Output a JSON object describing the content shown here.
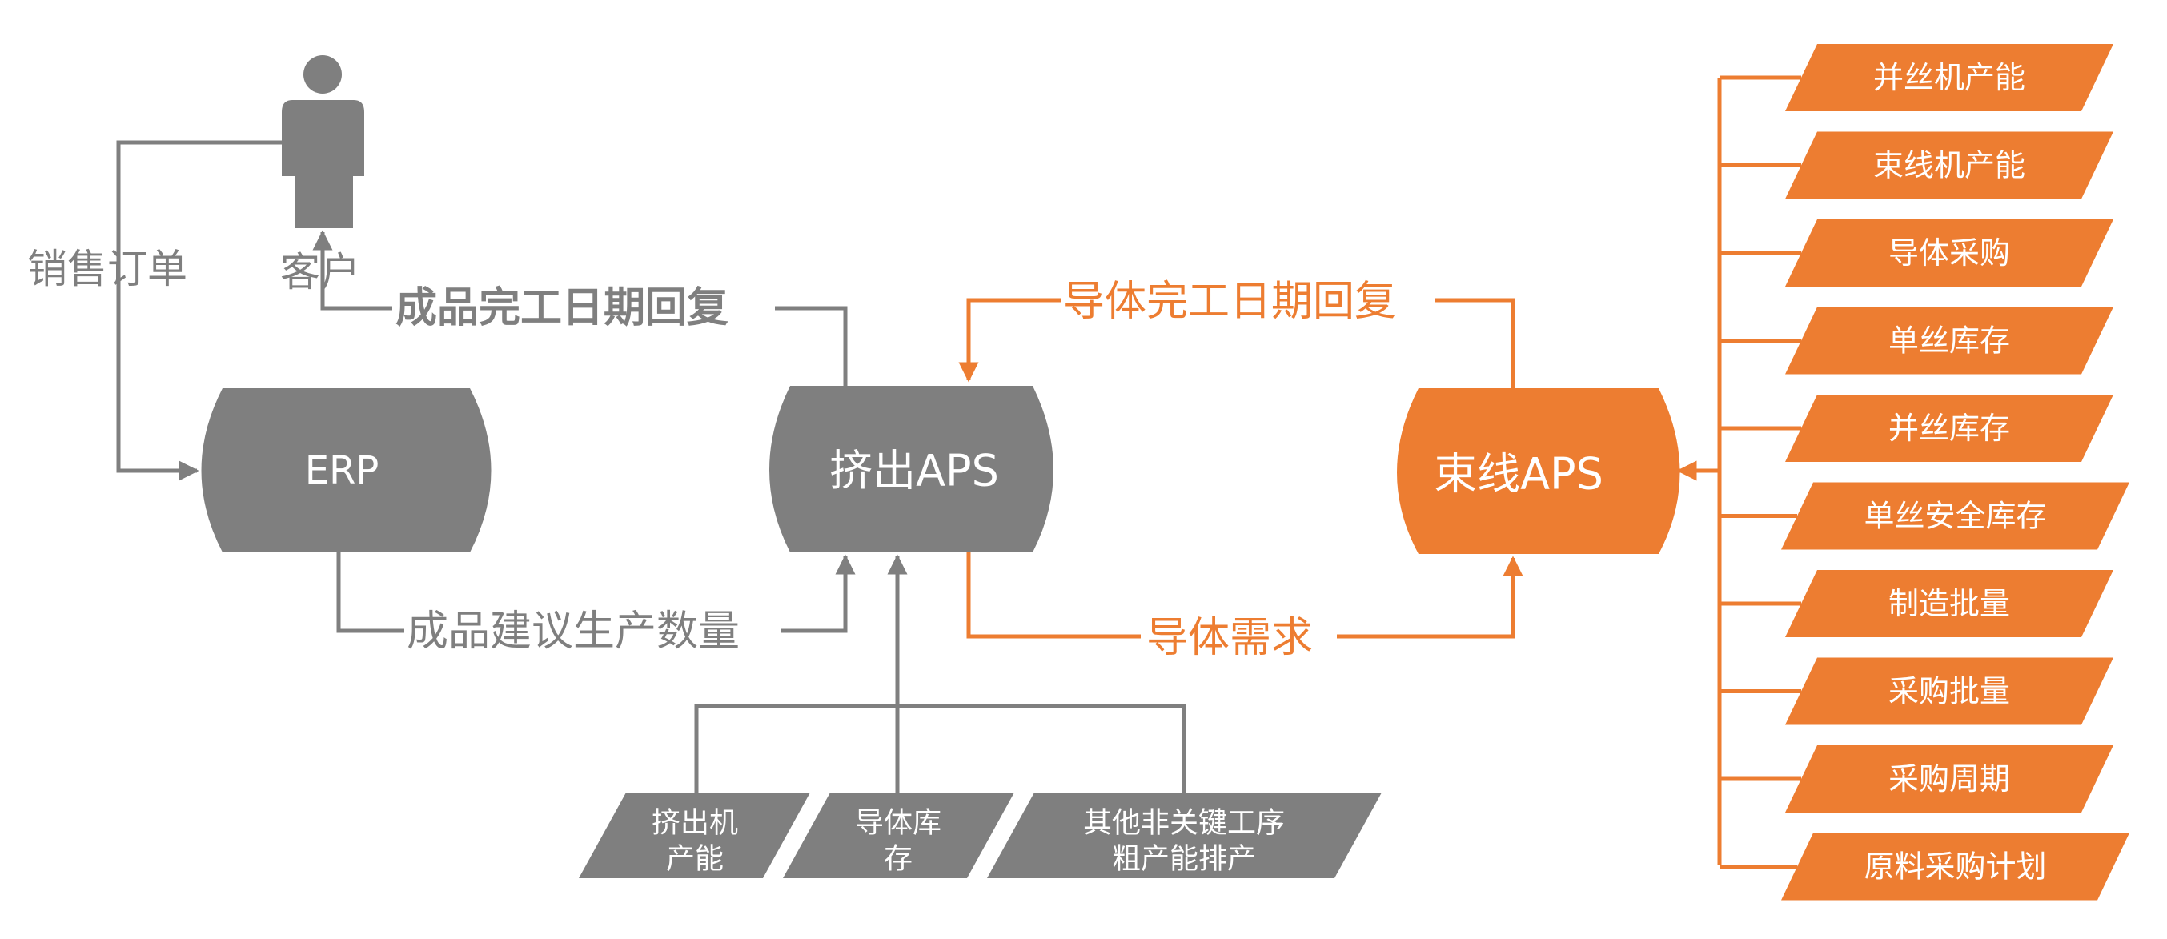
{
  "colors": {
    "gray": "#7f7f7f",
    "orange": "#ed7d31",
    "white": "#ffffff"
  },
  "customer": {
    "label": "客户"
  },
  "nodes": {
    "erp": "ERP",
    "extrusion_aps": "挤出APS",
    "bundling_aps": "束线APS"
  },
  "edges": {
    "sales_order": "销售订单",
    "finished_completion_reply": "成品完工日期回复",
    "finished_suggested_qty": "成品建议生产数量",
    "conductor_completion_reply": "导体完工日期回复",
    "conductor_demand": "导体需求"
  },
  "extrusion_inputs": [
    {
      "line1": "挤出机",
      "line2": "产能"
    },
    {
      "line1": "导体库",
      "line2": "存"
    },
    {
      "line1": "其他非关键工序",
      "line2": "粗产能排产"
    }
  ],
  "bundling_inputs": [
    "并丝机产能",
    "束线机产能",
    "导体采购",
    "单丝库存",
    "并丝库存",
    "单丝安全库存",
    "制造批量",
    "采购批量",
    "采购周期",
    "原料采购计划"
  ]
}
